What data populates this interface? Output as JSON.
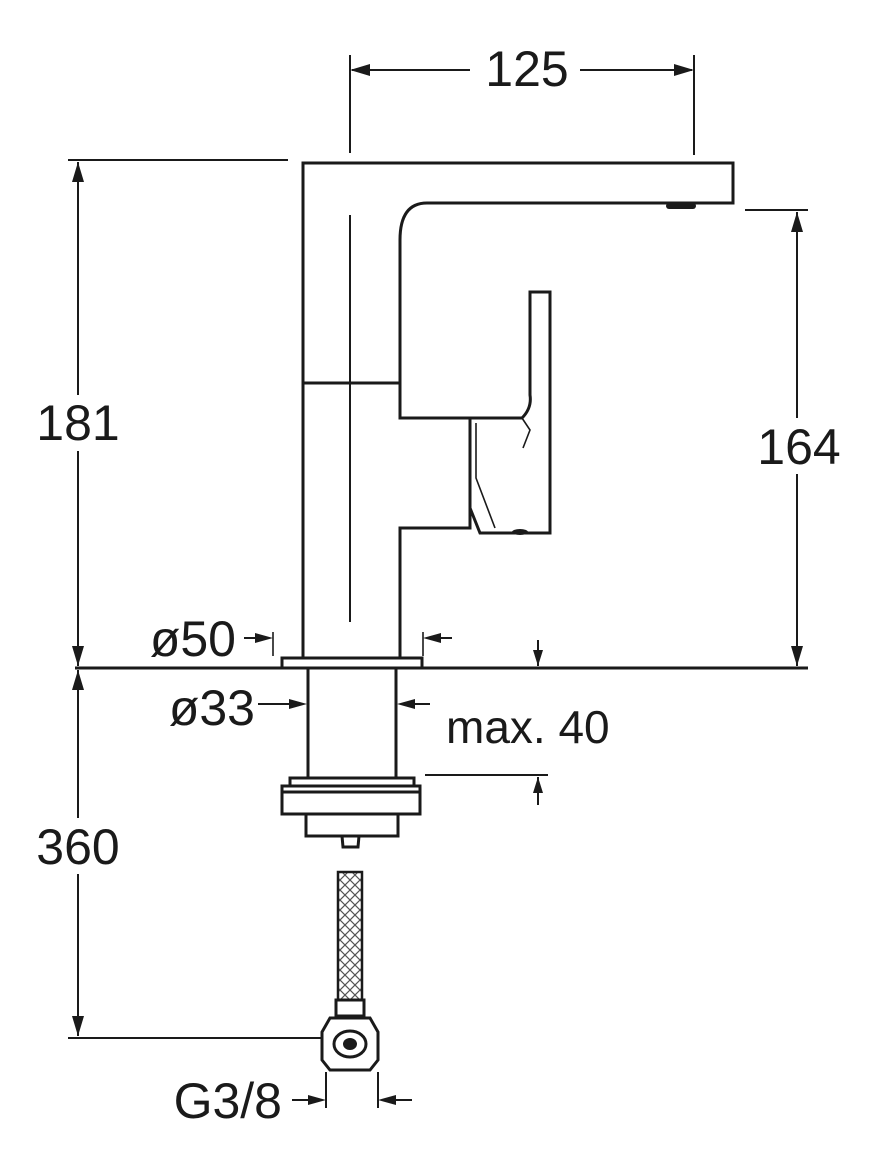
{
  "dimensions": {
    "spout_reach": "125",
    "total_height": "181",
    "spout_height": "164",
    "base_diameter": "ø50",
    "shank_diameter": "ø33",
    "max_deck_thickness": "max. 40",
    "hose_length": "360",
    "connection_thread": "G3/8"
  }
}
